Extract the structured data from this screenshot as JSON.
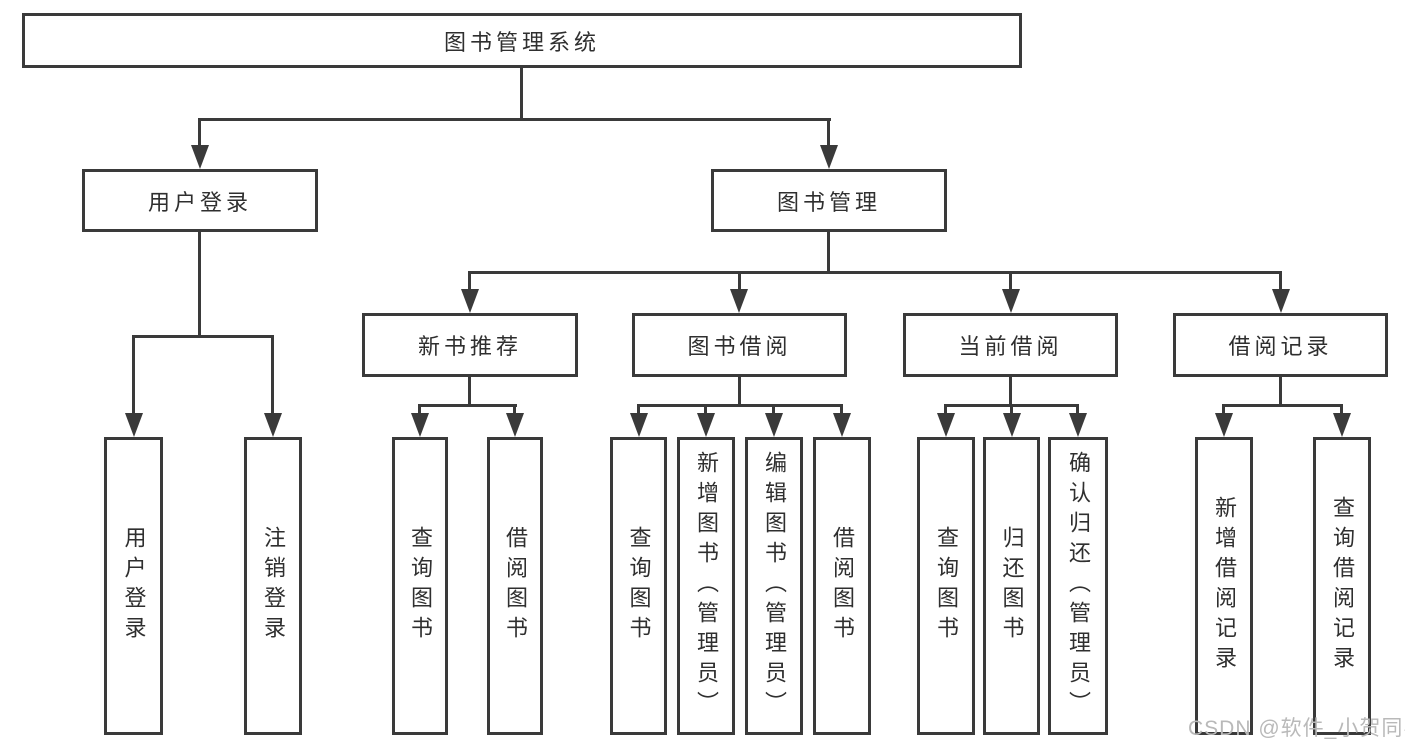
{
  "diagram": {
    "title": "图书管理系统",
    "colors": {
      "line": "#3a3a3a",
      "text": "#2f2f2f",
      "watermark": "#b9b9b9",
      "bg": "#ffffff"
    },
    "nodes": {
      "root": {
        "label": "图书管理系统"
      },
      "user_login": {
        "label": "用户登录",
        "children": {
          "login": {
            "label": "用户登录"
          },
          "logout": {
            "label": "注销登录"
          }
        }
      },
      "book_mgmt": {
        "label": "图书管理",
        "children": {
          "new_book_rec": {
            "label": "新书推荐",
            "children": {
              "query_books": {
                "label": "查询图书"
              },
              "borrow_books": {
                "label": "借阅图书"
              }
            }
          },
          "book_borrow": {
            "label": "图书借阅",
            "children": {
              "query_books": {
                "label": "查询图书"
              },
              "add_books": {
                "label": "新增图书（管理员）"
              },
              "edit_books": {
                "label": "编辑图书（管理员）"
              },
              "borrow_books": {
                "label": "借阅图书"
              }
            }
          },
          "current_borrow": {
            "label": "当前借阅",
            "children": {
              "query_books": {
                "label": "查询图书"
              },
              "return_books": {
                "label": "归还图书"
              },
              "confirm_return": {
                "label": "确认归还（管理员）"
              }
            }
          },
          "borrow_record": {
            "label": "借阅记录",
            "children": {
              "add_record": {
                "label": "新增借阅记录"
              },
              "query_record": {
                "label": "查询借阅记录"
              }
            }
          }
        }
      }
    },
    "watermark": {
      "text": "CSDN @软件_小贺同学"
    }
  }
}
